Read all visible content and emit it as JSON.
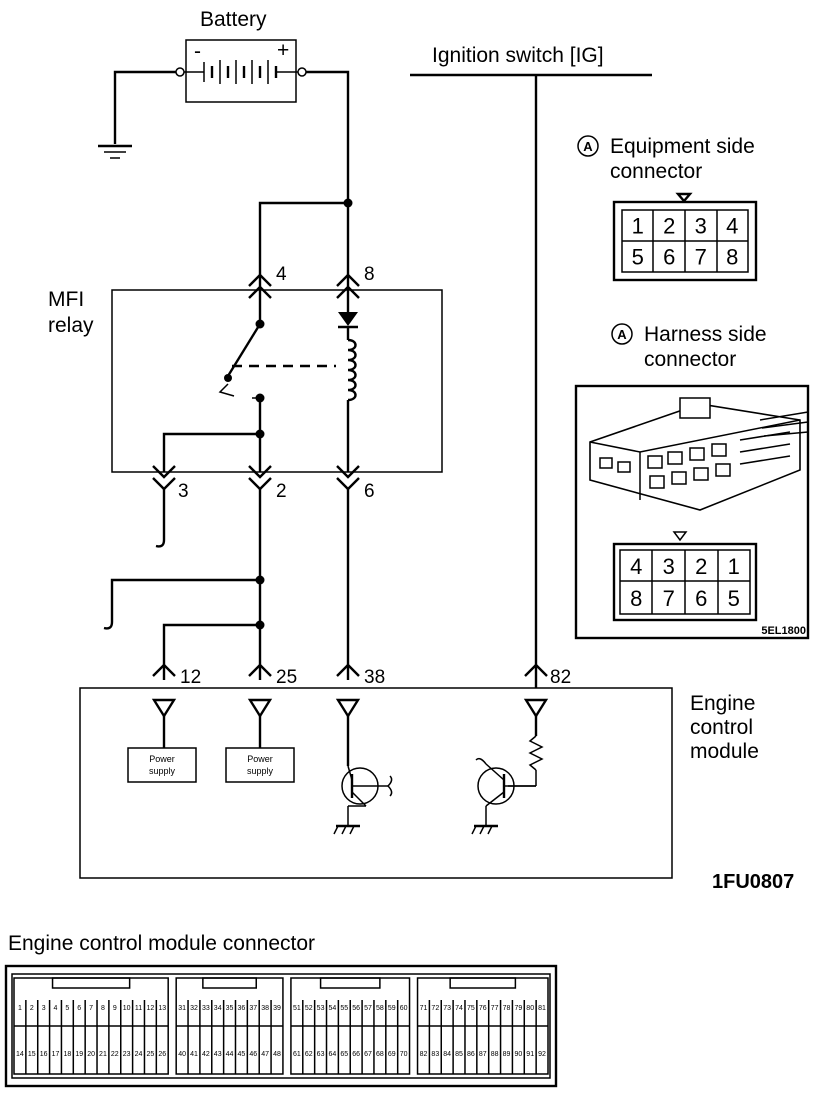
{
  "labels": {
    "battery": "Battery",
    "battery_minus": "-",
    "battery_plus": "+",
    "ignition_switch": "Ignition switch [IG]",
    "mfi_relay_line1": "MFI",
    "mfi_relay_line2": "relay",
    "ecm_line1": "Engine",
    "ecm_line2": "control",
    "ecm_line3": "module",
    "power_supply_1_line1": "Power",
    "power_supply_1_line2": "supply",
    "power_supply_2_line1": "Power",
    "power_supply_2_line2": "supply",
    "equipment_marker": "A",
    "equipment_line1": "Equipment side",
    "equipment_line2": "connector",
    "harness_marker": "A",
    "harness_line1": "Harness side",
    "harness_line2": "connector",
    "harness_code": "5EL1800",
    "figure_code": "1FU0807",
    "ecm_connector_title": "Engine control module connector"
  },
  "relay_pins": {
    "p4": "4",
    "p8": "8",
    "p3": "3",
    "p2": "2",
    "p6": "6"
  },
  "ecm_pins": {
    "p12": "12",
    "p25": "25",
    "p38": "38",
    "p82": "82"
  },
  "equipment_connector": {
    "row1": [
      "1",
      "2",
      "3",
      "4"
    ],
    "row2": [
      "5",
      "6",
      "7",
      "8"
    ]
  },
  "harness_connector": {
    "row1": [
      "4",
      "3",
      "2",
      "1"
    ],
    "row2": [
      "8",
      "7",
      "6",
      "5"
    ]
  },
  "ecm_connector": {
    "groups": [
      {
        "top": [
          "1",
          "2",
          "3",
          "4",
          "5",
          "6",
          "7",
          "8",
          "9",
          "10",
          "11",
          "12",
          "13"
        ],
        "bottom": [
          "14",
          "15",
          "16",
          "17",
          "18",
          "19",
          "20",
          "21",
          "22",
          "23",
          "24",
          "25",
          "26"
        ]
      },
      {
        "top": [
          "31",
          "32",
          "33",
          "34",
          "35",
          "36",
          "37",
          "38",
          "39"
        ],
        "bottom": [
          "40",
          "41",
          "42",
          "43",
          "44",
          "45",
          "46",
          "47",
          "48"
        ]
      },
      {
        "top": [
          "51",
          "52",
          "53",
          "54",
          "55",
          "56",
          "57",
          "58",
          "59",
          "60"
        ],
        "bottom": [
          "61",
          "62",
          "63",
          "64",
          "65",
          "66",
          "67",
          "68",
          "69",
          "70"
        ]
      },
      {
        "top": [
          "71",
          "72",
          "73",
          "74",
          "75",
          "76",
          "77",
          "78",
          "79",
          "80",
          "81"
        ],
        "bottom": [
          "82",
          "83",
          "84",
          "85",
          "86",
          "87",
          "88",
          "89",
          "90",
          "91",
          "92"
        ]
      }
    ]
  }
}
